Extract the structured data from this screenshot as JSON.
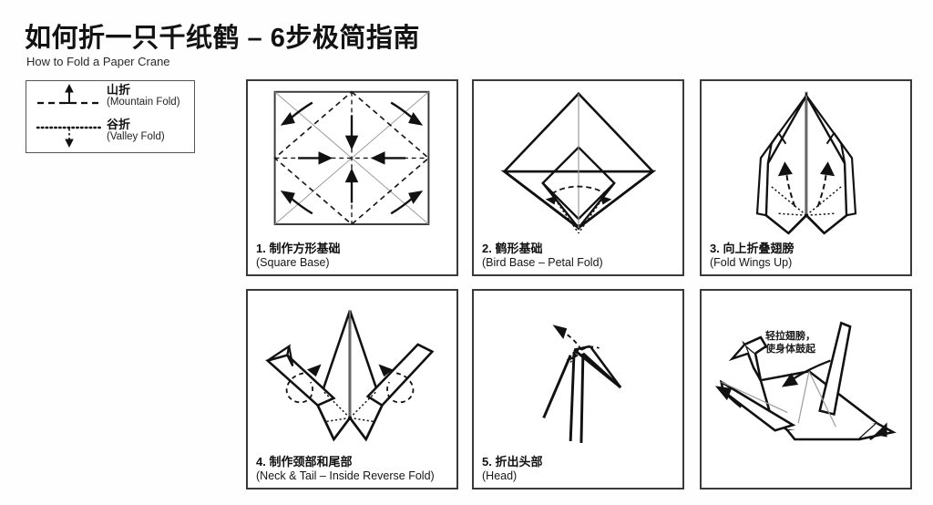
{
  "header": {
    "title": "如何折一只千纸鹤 – 6步极简指南",
    "subtitle": "How to Fold a Paper Crane"
  },
  "legend": {
    "items": [
      {
        "cn": "山折",
        "en": "(Mountain Fold)",
        "line_style": "dashed",
        "arrow": "up",
        "icon": "mountain-fold-icon"
      },
      {
        "cn": "谷折",
        "en": "(Valley Fold)",
        "line_style": "dotted",
        "arrow": "down",
        "icon": "valley-fold-icon"
      }
    ]
  },
  "panels": [
    {
      "number": "1.",
      "cn": "制作方形基础",
      "caption_cn": "1. 制作方形基础",
      "caption_en": "(Square Base)",
      "diagram": "square-base",
      "note": ""
    },
    {
      "number": "2.",
      "cn": "鹤形基础",
      "caption_cn": "2. 鹤形基础",
      "caption_en": "(Bird Base – Petal Fold)",
      "diagram": "bird-base-petal-fold",
      "note": ""
    },
    {
      "number": "3.",
      "cn": "向上折叠翅膀",
      "caption_cn": "3. 向上折叠翅膀",
      "caption_en": "(Fold Wings Up)",
      "diagram": "fold-wings-up",
      "note": ""
    },
    {
      "number": "4.",
      "cn": "制作颈部和尾部",
      "caption_cn": "4. 制作颈部和尾部",
      "caption_en": "(Neck & Tail – Inside Reverse Fold)",
      "diagram": "neck-and-tail",
      "note": ""
    },
    {
      "number": "5.",
      "cn": "折出头部",
      "caption_cn": "5. 折出头部",
      "caption_en": "(Head)",
      "diagram": "head-fold",
      "note": ""
    },
    {
      "number": "6.",
      "cn": "",
      "caption_cn": "",
      "caption_en": "",
      "diagram": "finished-crane",
      "note": "轻拉翅膀，\n使身体鼓起"
    }
  ],
  "colors": {
    "ink": "#111111",
    "panel_border": "#3a3a3a",
    "legend_border": "#555555",
    "background": "#fefefe",
    "crease_gray": "#8a8a8a"
  }
}
